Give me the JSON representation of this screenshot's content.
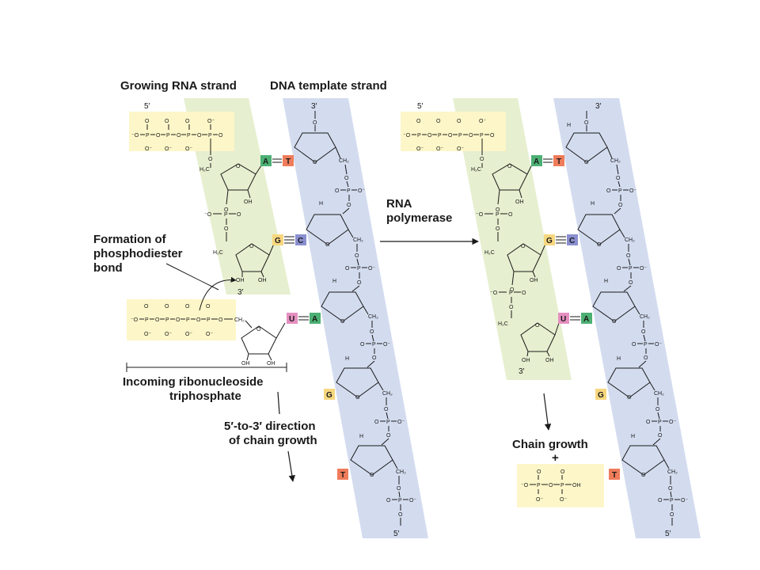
{
  "labels": {
    "growing_rna_strand": "Growing RNA strand",
    "dna_template_strand": "DNA template strand",
    "rna_polymerase_line1": "RNA",
    "rna_polymerase_line2": "polymerase",
    "phosphodiester_line1": "Formation of",
    "phosphodiester_line2": "phosphodiester",
    "phosphodiester_line3": "bond",
    "incoming_line1": "Incoming ribonucleoside",
    "incoming_line2": "triphosphate",
    "direction_line1": "5′-to-3′ direction",
    "direction_line2": "of chain growth",
    "chain_growth": "Chain growth",
    "plus": "+"
  },
  "ends": {
    "five_prime": "5′",
    "three_prime": "3′"
  },
  "atoms": {
    "phosphorus": "P",
    "oxygen": "O",
    "oxygen_minus": "O⁻",
    "minus_oxygen": "⁻O",
    "hydroxyl": "OH",
    "hydrogen": "H",
    "methylene_left": "H₂C",
    "methylene_right": "CH₂"
  },
  "bases": {
    "A": "A",
    "T": "T",
    "G": "G",
    "C": "C",
    "U": "U"
  },
  "colors": {
    "rna_band": "#e6efcf",
    "dna_band": "#d3dcef",
    "phosphate_box": "#fdf6c8",
    "A": "#4caf73",
    "T": "#ef7c5a",
    "G": "#f7d77e",
    "C": "#8a8fd0",
    "U": "#e58fc0"
  }
}
